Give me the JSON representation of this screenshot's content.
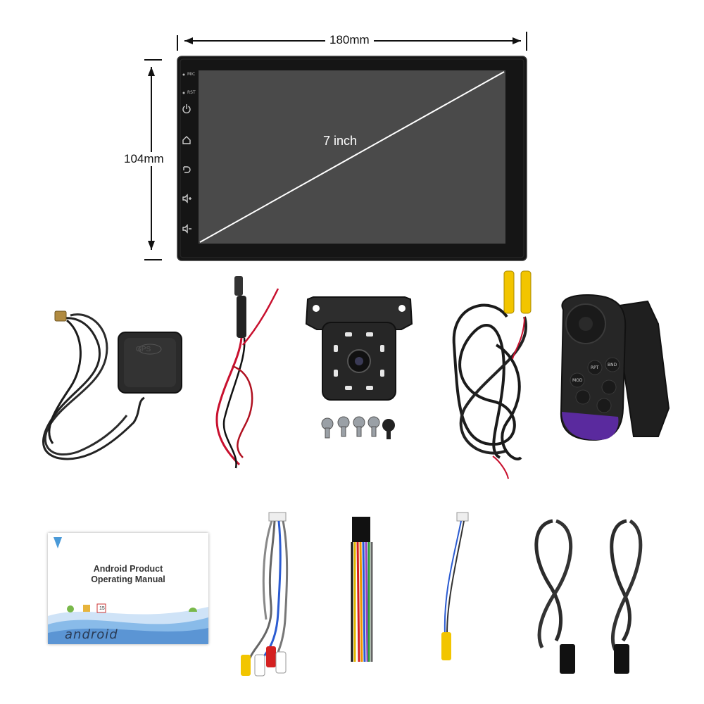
{
  "dimensions": {
    "width_label": "180mm",
    "height_label": "104mm",
    "screen_size_label": "7 inch"
  },
  "head_unit": {
    "side_labels": [
      "MIC",
      "RST"
    ],
    "side_icons": [
      "power-icon",
      "home-icon",
      "back-icon",
      "volume-up-icon",
      "volume-down-icon"
    ]
  },
  "accessories": {
    "gps_antenna_label": "GPS",
    "remote_buttons": [
      "RPT",
      "BND",
      "MOD"
    ]
  },
  "manual": {
    "title_line1": "Android Product",
    "title_line2": "Operating Manual",
    "brand_word": "android",
    "date_badge": "15"
  },
  "colors": {
    "screen": "#4a4a4a",
    "bezel": "#151515",
    "rca_yellow": "#f2c500",
    "rca_red": "#d42020",
    "remote_purple": "#5a2a9e"
  }
}
